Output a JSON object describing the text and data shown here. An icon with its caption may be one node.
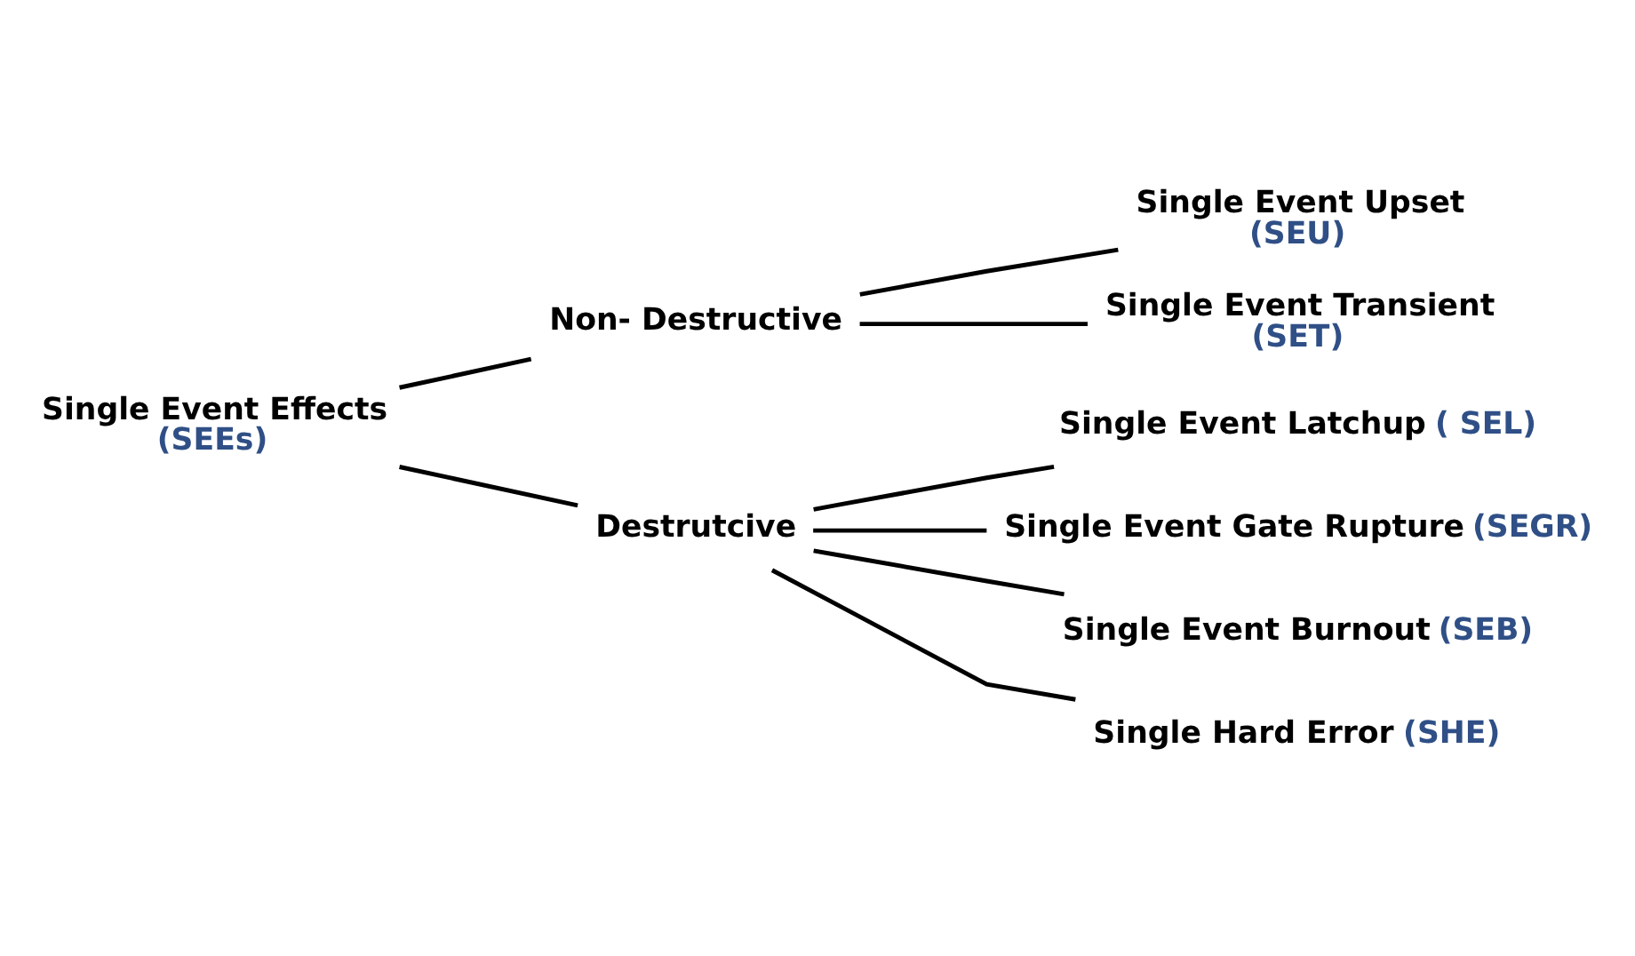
{
  "diagram": {
    "nodes": [
      {
        "text": [
          "Single Event Effects",
          "(SEEs)"
        ]
      },
      {
        "text": [
          "Non- Destructive"
        ]
      },
      {
        "text": [
          "Destrutcive"
        ]
      },
      {
        "text": [
          "Single Event Upset",
          "(SEU)"
        ]
      },
      {
        "text": [
          "Single Event Transient",
          "(SET)"
        ]
      },
      {
        "text": [
          "Single Event Latchup",
          "( SEL)"
        ]
      },
      {
        "text": [
          "Single Event Gate Rupture",
          "(SEGR)"
        ]
      },
      {
        "text": [
          "Single Event Burnout",
          "(SEB)"
        ]
      },
      {
        "text": [
          "Single Hard Error",
          "(SHE)"
        ]
      }
    ],
    "edges": [
      {
        "from": 0,
        "to": 1,
        "arrow": "none"
      },
      {
        "from": 0,
        "to": 2,
        "arrow": "none"
      },
      {
        "from": 1,
        "to": 3,
        "arrow": "none"
      },
      {
        "from": 1,
        "to": 4,
        "arrow": "none"
      },
      {
        "from": 2,
        "to": 5,
        "arrow": "none"
      },
      {
        "from": 2,
        "to": 6,
        "arrow": "none"
      },
      {
        "from": 2,
        "to": 7,
        "arrow": "none"
      },
      {
        "from": 2,
        "to": 8,
        "arrow": "none"
      }
    ]
  }
}
